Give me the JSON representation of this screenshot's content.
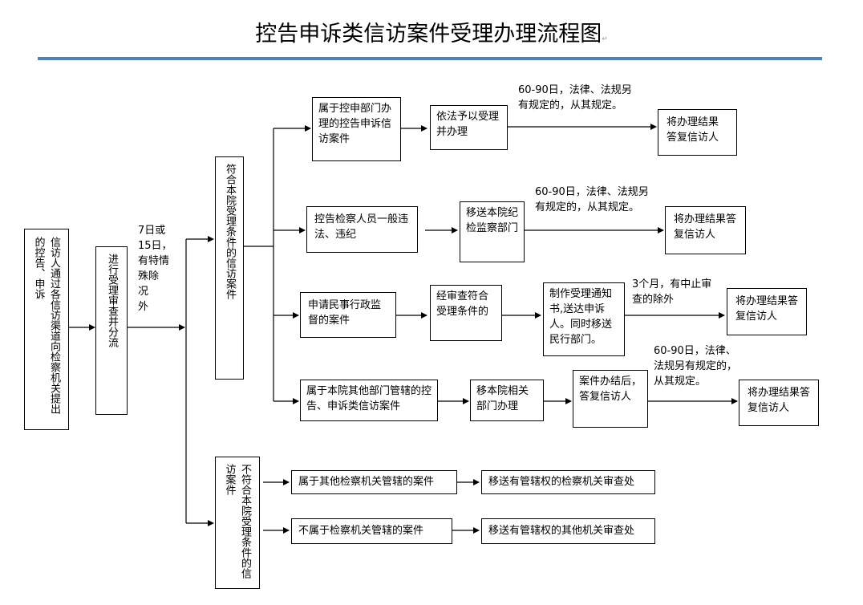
{
  "title": "控告申诉类信访案件受理办理流程图",
  "start_box": "信访人通过各信访渠道向检察机关提出的控告、申诉",
  "triage_box": "进行受理审查并分流",
  "time_note": "7日或\n15日，\n有特情\n殊除\n况\n外",
  "qualify_box": "符合本院受理条件的信访案件",
  "nonqualify_box": "不符合本院受理条件的信访案件",
  "branches": [
    {
      "case": "属于控申部门办理的控告申诉信访案件",
      "step1": "依法予以受理并办理",
      "note": "60-90日，法律、法规另\n有规定的，从其规定。",
      "result": "将办理结果答复信访人"
    },
    {
      "case": "控告检察人员一般违法、违纪",
      "step1": "移送本院纪检监察部门",
      "note": "60-90日，法律、法规另\n有规定的，从其规定。",
      "result": "将办理结果答复信访人"
    },
    {
      "case": "申请民事行政监督的案件",
      "step1": "经审查符合受理条件的",
      "step2": "制作受理通知书,送达申诉人。同时移送民行部门。",
      "note": "3个月，有中止审\n查的除外",
      "result": "将办理结果答复信访人"
    },
    {
      "case": "属于本院其他部门管辖的控告、申诉类信访案件",
      "step1": "移本院相关部门办理",
      "step2": "案件办结后，答复信访人",
      "note": "60-90日，法律、\n法规另有规定的，\n从其规定。",
      "result": "将办理结果答复信访人"
    }
  ],
  "other_branches": [
    {
      "case": "属于其他检察机关管辖的案件",
      "result": "移送有管辖权的检察机关审查处"
    },
    {
      "case": "不属于检察机关管辖的案件",
      "result": "移送有管辖权的其他机关审查处"
    }
  ],
  "colors": {
    "rule": "#4f81bd",
    "line": "#000000"
  }
}
